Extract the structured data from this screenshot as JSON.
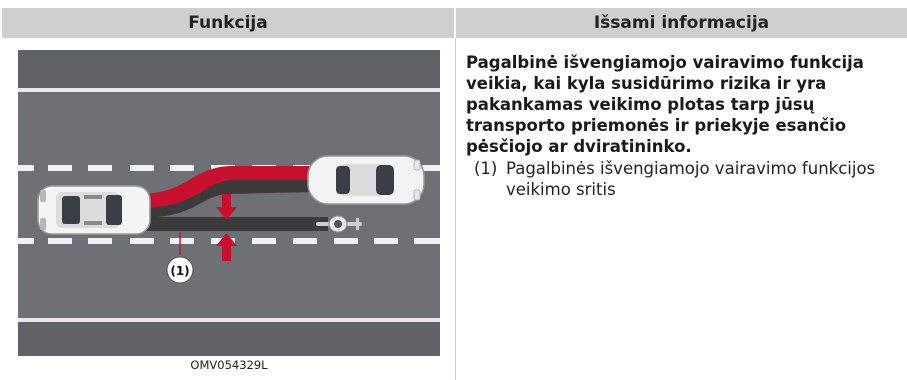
{
  "table": {
    "header_function": "Funkcija",
    "header_details": "Išsami informacija"
  },
  "figure": {
    "code": "OMV054329L",
    "callout_label": "(1)"
  },
  "details": {
    "main_text": "Pagalbinė išvengiamojo vairavimo funkcija veikia, kai kyla susidūrimo rizika ir yra pakankamas veikimo plotas tarp jūsų transporto priemonės ir priekyje esančio pėsčiojo ar dviratininko.",
    "item_number": "(1)",
    "item_text": "Pagalbinės išvengiamojo vairavimo funkcijos veikimo sritis"
  },
  "colors": {
    "header_bg": "#cfcfcf",
    "road": "#6b6e73",
    "road_dark": "#5d6065",
    "red": "#c8102e",
    "dark_path": "#3a3a3a"
  }
}
